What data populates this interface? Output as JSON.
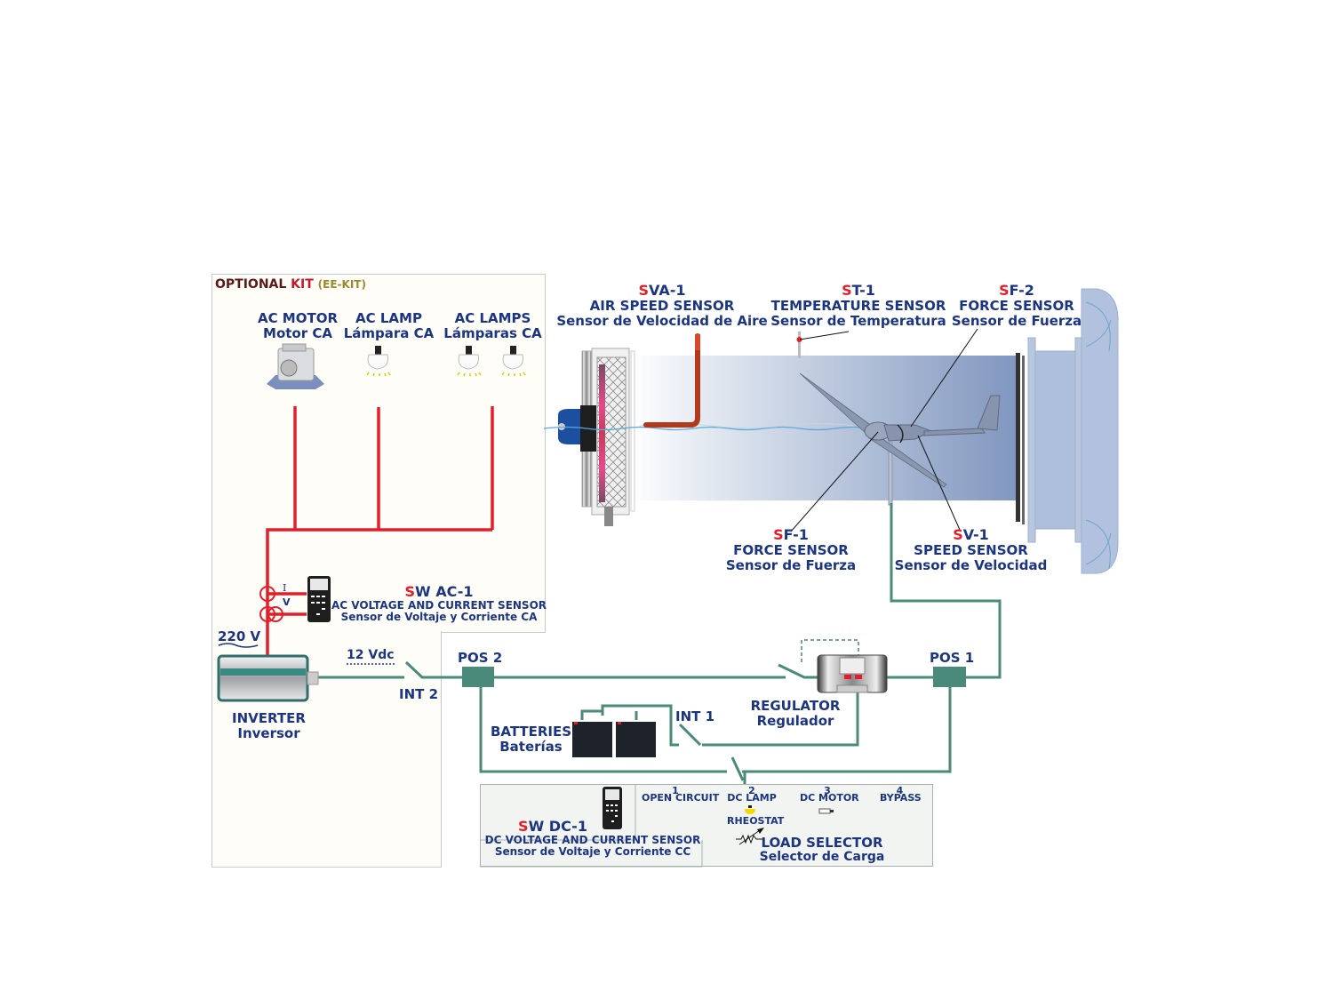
{
  "optional_kit": {
    "title_part1": "OPTIONAL",
    "title_part2": "KIT",
    "title_part3": "(EE-KIT)"
  },
  "ac_loads": [
    {
      "en": "AC MOTOR",
      "es": "Motor CA",
      "icon": "ac-motor-icon"
    },
    {
      "en": "AC LAMP",
      "es": "Lámpara CA",
      "icon": "ac-lamp-icon"
    },
    {
      "en": "AC LAMPS",
      "es": "Lámparas CA",
      "icon": "ac-lamps-icon"
    }
  ],
  "sensors": {
    "sva1": {
      "prefix": "S",
      "code": "VA-1",
      "en": "AIR SPEED SENSOR",
      "es": "Sensor de Velocidad de Aire"
    },
    "st1": {
      "prefix": "S",
      "code": "T-1",
      "en": "TEMPERATURE SENSOR",
      "es": "Sensor de Temperatura"
    },
    "sf2": {
      "prefix": "S",
      "code": "F-2",
      "en": "FORCE SENSOR",
      "es": "Sensor de Fuerza"
    },
    "sf1": {
      "prefix": "S",
      "code": "F-1",
      "en": "FORCE SENSOR",
      "es": "Sensor de Fuerza"
    },
    "sv1": {
      "prefix": "S",
      "code": "V-1",
      "en": "SPEED SENSOR",
      "es": "Sensor de Velocidad"
    },
    "swac1": {
      "prefix": "S",
      "code": "W AC-1",
      "en": "AC VOLTAGE AND CURRENT SENSOR",
      "es": "Sensor de Voltaje y Corriente CA"
    },
    "swdc1": {
      "prefix": "S",
      "code": "W DC-1",
      "en": "DC VOLTAGE AND CURRENT SENSOR",
      "es": "Sensor de Voltaje y Corriente CC"
    }
  },
  "meter_symbols": {
    "current": "I",
    "voltage": "V"
  },
  "voltages": {
    "ac": "220 V",
    "dc": "12 Vdc"
  },
  "components": {
    "inverter": {
      "en": "INVERTER",
      "es": "Inversor"
    },
    "batteries": {
      "en": "BATTERIES",
      "es": "Baterías"
    },
    "regulator": {
      "en": "REGULATOR",
      "es": "Regulador"
    }
  },
  "switches": {
    "int1": "INT 1",
    "int2": "INT 2"
  },
  "positions": {
    "pos1": "POS 1",
    "pos2": "POS 2"
  },
  "load_selector": {
    "en": "LOAD SELECTOR",
    "es": "Selector de Carga",
    "options": [
      {
        "num": "1",
        "label": "OPEN CIRCUIT"
      },
      {
        "num": "2",
        "label": "DC LAMP"
      },
      {
        "num": "3",
        "label": "DC MOTOR"
      },
      {
        "num": "4",
        "label": "BYPASS"
      }
    ],
    "rheostat": "RHEOSTAT"
  },
  "colors": {
    "label_blue": "#1c3580",
    "accent_red": "#e31e2a",
    "ac_wire": "#e31e2a",
    "dc_wire": "#4a8a7a"
  }
}
